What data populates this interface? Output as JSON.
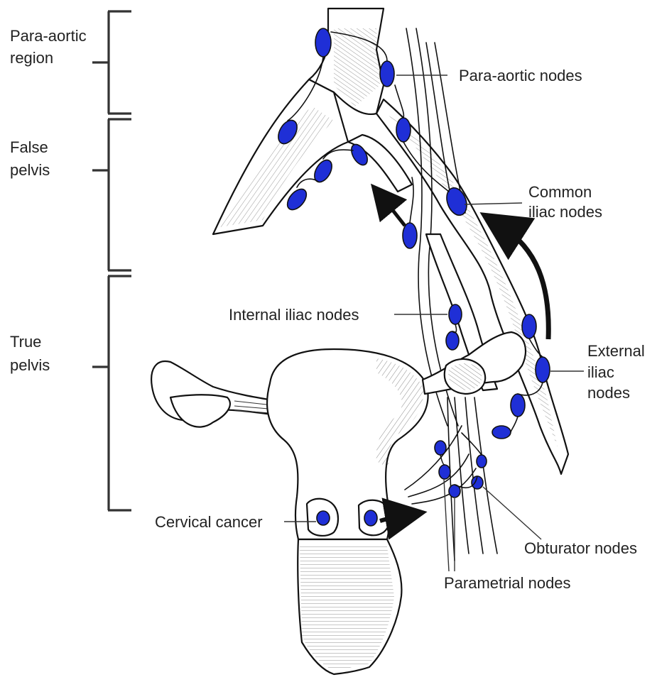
{
  "colors": {
    "node_fill": "#1f2fd6",
    "node_stroke": "#111111",
    "bracket": "#333333",
    "label_text": "#222222",
    "background": "#ffffff"
  },
  "regions": [
    {
      "id": "para-aortic-region",
      "lines": [
        "Para-aortic",
        "region"
      ]
    },
    {
      "id": "false-pelvis",
      "lines": [
        "False",
        "pelvis"
      ]
    },
    {
      "id": "true-pelvis",
      "lines": [
        "True",
        "pelvis"
      ]
    }
  ],
  "labels": [
    {
      "id": "para-aortic-nodes",
      "lines": [
        "Para-aortic nodes"
      ]
    },
    {
      "id": "common-iliac-nodes",
      "lines": [
        "Common",
        "iliac nodes"
      ]
    },
    {
      "id": "internal-iliac-nodes",
      "lines": [
        "Internal iliac nodes"
      ]
    },
    {
      "id": "external-iliac-nodes",
      "lines": [
        "External",
        "iliac",
        "nodes"
      ]
    },
    {
      "id": "cervical-cancer",
      "lines": [
        "Cervical cancer"
      ]
    },
    {
      "id": "obturator-nodes",
      "lines": [
        "Obturator nodes"
      ]
    },
    {
      "id": "parametrial-nodes",
      "lines": [
        "Parametrial nodes"
      ]
    }
  ]
}
